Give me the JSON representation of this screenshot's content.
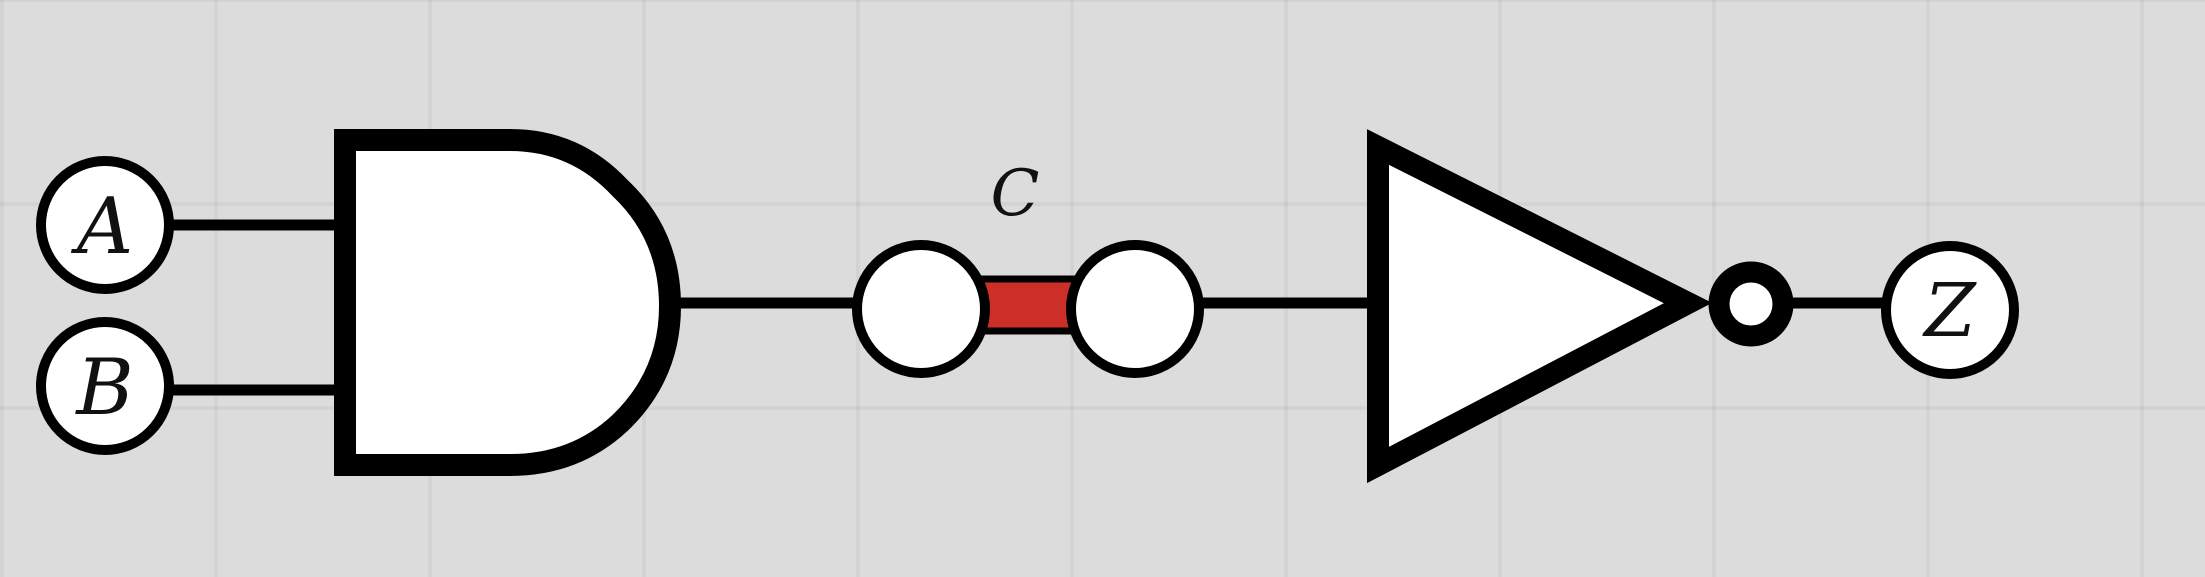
{
  "inputs": [
    {
      "label": "A"
    },
    {
      "label": "B"
    }
  ],
  "resistor": {
    "label": "C",
    "fill_color": "#cc2e28"
  },
  "output": {
    "label": "Z"
  },
  "colors": {
    "background": "#dcdcdc",
    "stroke": "#000000",
    "node_fill": "#ffffff",
    "element_fill": "#cc2e28"
  }
}
